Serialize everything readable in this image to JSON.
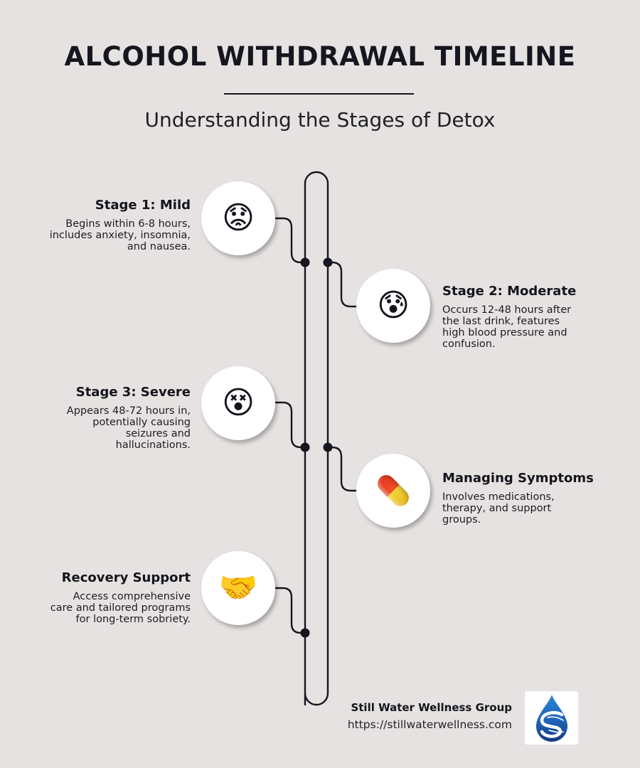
{
  "header": {
    "title": "ALCOHOL WITHDRAWAL TIMELINE",
    "subtitle": "Understanding the Stages of Detox"
  },
  "stages": [
    {
      "side": "left",
      "title": "Stage 1: Mild",
      "description_lines": [
        "Begins within 6-8 hours,",
        "includes anxiety, insomnia,",
        "and nausea."
      ],
      "icon": "anxious-face-icon",
      "glyph": "😟"
    },
    {
      "side": "right",
      "title": "Stage 2: Moderate",
      "description_lines": [
        "Occurs 12-48 hours after",
        "the last drink, features",
        "high blood pressure and",
        "confusion."
      ],
      "icon": "anxious-sweat-face-icon",
      "glyph": "😰"
    },
    {
      "side": "left",
      "title": "Stage 3: Severe",
      "description_lines": [
        "Appears 48-72 hours in,",
        "potentially causing",
        "seizures and",
        "hallucinations."
      ],
      "icon": "dizzy-face-icon",
      "glyph": "😵"
    },
    {
      "side": "right",
      "title": "Managing Symptoms",
      "description_lines": [
        "Involves medications,",
        "therapy, and support",
        "groups."
      ],
      "icon": "pill-icon",
      "glyph": "💊"
    },
    {
      "side": "left",
      "title": "Recovery Support",
      "description_lines": [
        "Access comprehensive",
        "care and tailored programs",
        "for long-term sobriety."
      ],
      "icon": "handshake-icon",
      "glyph": "🤝"
    }
  ],
  "footer": {
    "org_name": "Still Water Wellness Group",
    "url": "https://stillwaterwellness.com",
    "logo": "water-drop-logo-icon"
  },
  "colors": {
    "background": "#e6e2e1",
    "ink": "#14141c",
    "circle": "#ffffff",
    "logo_blue_light": "#1f6fc4",
    "logo_blue_dark": "#1a3a7a"
  }
}
